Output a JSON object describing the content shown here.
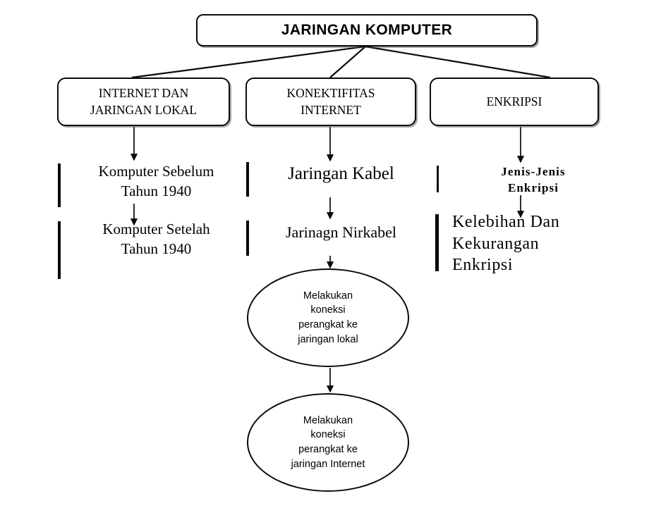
{
  "diagram": {
    "title": "JARINGAN KOMPUTER",
    "root": {
      "id": "jaringan-komputer",
      "label": "JARINGAN KOMPUTER",
      "shape": "rounded-rect"
    },
    "branches": [
      {
        "id": "internet-dan-jaringan-lokal",
        "label": "INTERNET DAN\nJARINGAN LOKAL",
        "shape": "rounded-rect",
        "leaves": [
          {
            "id": "komputer-sebelum-1940",
            "label": "Komputer Sebelum\nTahun 1940",
            "marker": "vertical-bar"
          },
          {
            "id": "komputer-setelah-1940",
            "label": "Komputer Setelah\nTahun 1940",
            "marker": "vertical-bar"
          }
        ]
      },
      {
        "id": "konektifitas-internet",
        "label": "KONEKTIFITAS\nINTERNET",
        "shape": "rounded-rect",
        "leaves": [
          {
            "id": "jaringan-kabel",
            "label": "Jaringan Kabel",
            "marker": "vertical-bar"
          },
          {
            "id": "jarinagn-nirkabel",
            "label": "Jarinagn Nirkabel",
            "marker": "vertical-bar"
          }
        ],
        "ellipses": [
          {
            "id": "koneksi-jaringan-lokal",
            "label": "Melakukan\nkoneksi\nperangkat ke\njaringan lokal",
            "shape": "ellipse"
          },
          {
            "id": "koneksi-jaringan-internet",
            "label": "Melakukan\nkoneksi\nperangkat ke\njaringan Internet",
            "shape": "ellipse"
          }
        ]
      },
      {
        "id": "enkripsi",
        "label": "ENKRIPSI",
        "shape": "rounded-rect",
        "leaves": [
          {
            "id": "jenis-jenis-enkripsi",
            "label": "Jenis-Jenis\nEnkripsi",
            "marker": "vertical-bar"
          },
          {
            "id": "kelebihan-dan-kekurangan-enkripsi",
            "label": "Kelebihan Dan\nKekurangan\nEnkripsi",
            "marker": "vertical-bar"
          }
        ]
      }
    ],
    "style": {
      "stroke": "#0a0a0a",
      "fill": "#ffffff",
      "background": "#ffffff"
    }
  }
}
